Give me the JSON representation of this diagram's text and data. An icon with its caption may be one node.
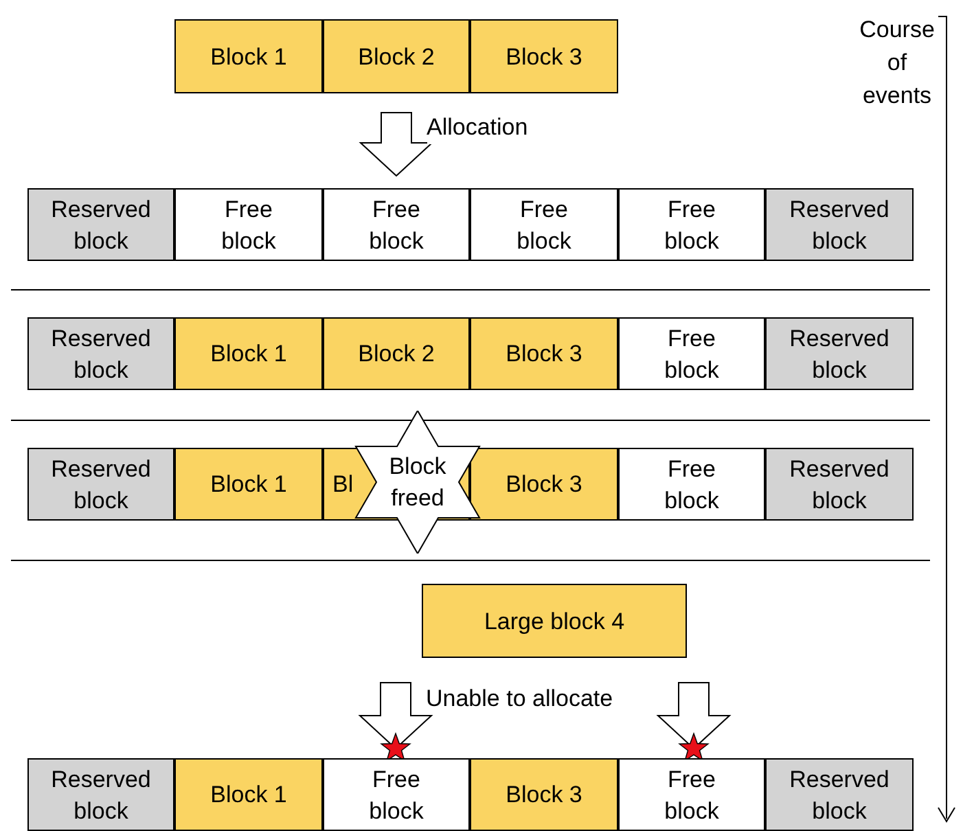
{
  "diagram": {
    "nodes": [
      {
        "text": [
          "Block 1"
        ]
      },
      {
        "text": [
          "Block 2"
        ]
      },
      {
        "text": [
          "Block 3"
        ]
      },
      {
        "text": [
          "Reserved block"
        ]
      },
      {
        "text": [
          "Free block"
        ]
      },
      {
        "text": [
          "Free block"
        ]
      },
      {
        "text": [
          "Free block"
        ]
      },
      {
        "text": [
          "Free block"
        ]
      },
      {
        "text": [
          "Reserved block"
        ]
      },
      {
        "text": [
          "Reserved block"
        ]
      },
      {
        "text": [
          "Block 1"
        ]
      },
      {
        "text": [
          "Block 2"
        ]
      },
      {
        "text": [
          "Block 3"
        ]
      },
      {
        "text": [
          "Free block"
        ]
      },
      {
        "text": [
          "Reserved block"
        ]
      },
      {
        "text": [
          "Reserved block"
        ]
      },
      {
        "text": [
          "Block 1"
        ]
      },
      {
        "text": [
          "Bl"
        ]
      },
      {
        "text": [
          "Block 3"
        ]
      },
      {
        "text": [
          "Free block"
        ]
      },
      {
        "text": [
          "Reserved block"
        ]
      },
      {
        "text": [
          "Block freed"
        ]
      },
      {
        "text": [
          "Large block 4"
        ]
      },
      {
        "text": [
          "Reserved block"
        ]
      },
      {
        "text": [
          "Block 1"
        ]
      },
      {
        "text": [
          "Free block"
        ]
      },
      {
        "text": [
          "Block 3"
        ]
      },
      {
        "text": [
          "Free block"
        ]
      },
      {
        "text": [
          "Reserved block"
        ]
      }
    ],
    "edges": [
      {
        "from": 1,
        "to": 5,
        "arrow": "to",
        "label": "Allocation"
      },
      {
        "from": null,
        "to": 25,
        "arrow": "to"
      },
      {
        "from": null,
        "to": 27,
        "arrow": "to"
      }
    ],
    "labels": [
      "Unable to allocate",
      "Course of events"
    ]
  }
}
